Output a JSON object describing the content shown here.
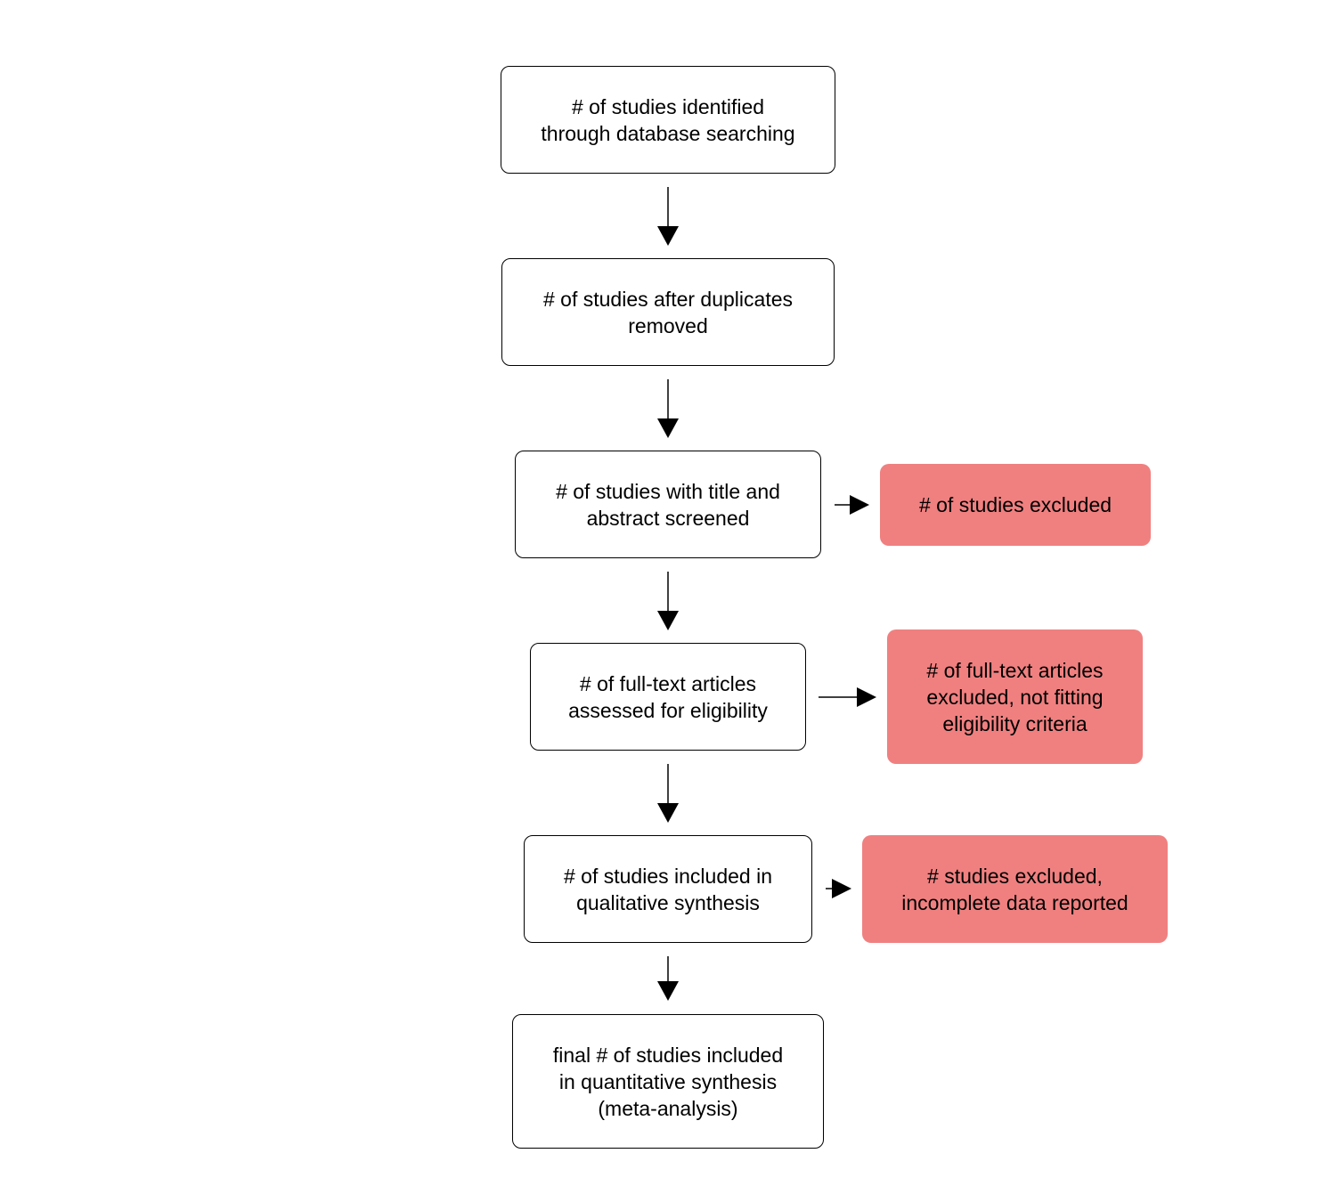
{
  "flowchart": {
    "steps": [
      {
        "label": "# of studies identified\nthrough database searching"
      },
      {
        "label": "# of studies after duplicates\nremoved"
      },
      {
        "label": "# of studies with title and\nabstract screened"
      },
      {
        "label": "# of full-text articles\nassessed for eligibility"
      },
      {
        "label": "# of studies included in\nqualitative synthesis"
      },
      {
        "label": "final # of studies included\nin quantitative synthesis\n(meta-analysis)"
      }
    ],
    "exclusions": [
      {
        "label": "# of studies excluded"
      },
      {
        "label": "# of full-text articles\nexcluded, not fitting\neligibility criteria"
      },
      {
        "label": "# studies excluded,\nincomplete data reported"
      }
    ],
    "colors": {
      "exclusion_fill": "#f08080",
      "box_border": "#000000",
      "arrow": "#000000"
    }
  }
}
